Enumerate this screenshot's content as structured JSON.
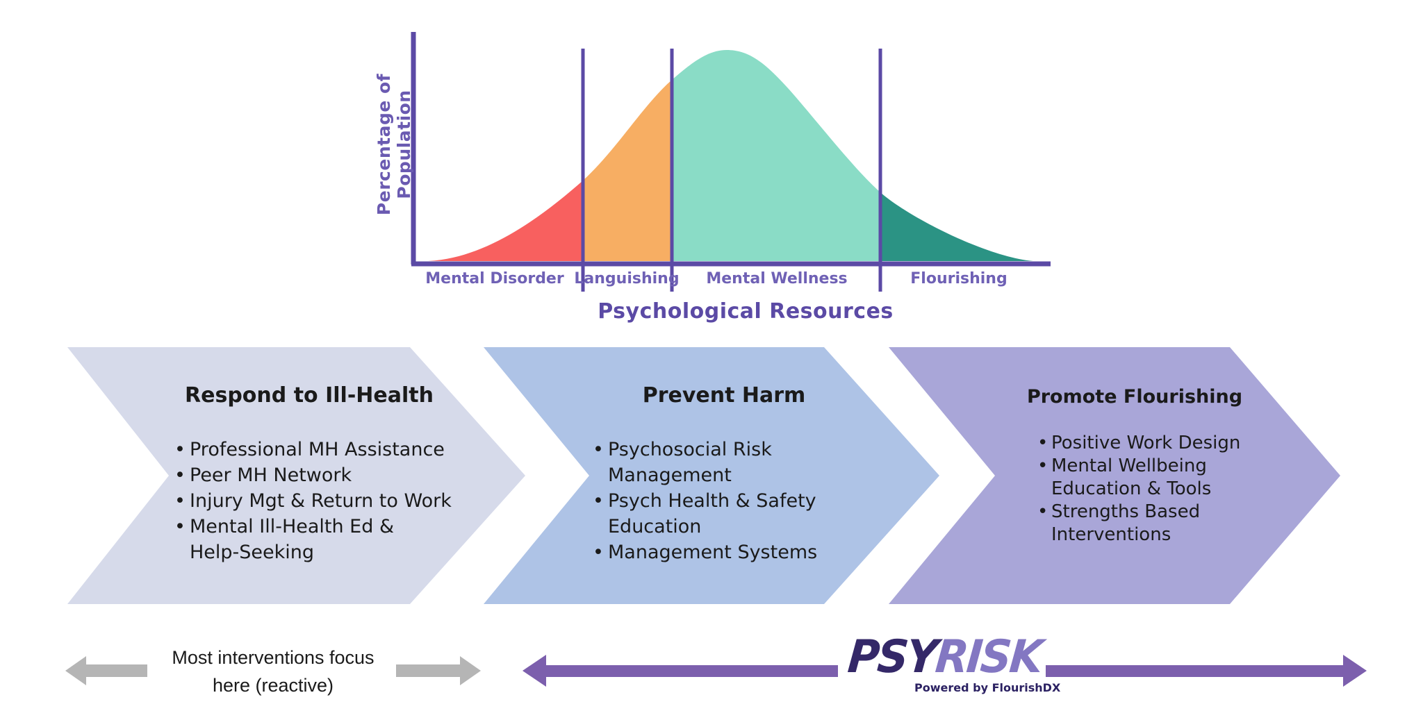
{
  "chart": {
    "y_axis_label": "Percentage of Population",
    "x_axis_title": "Psychological Resources",
    "sections": [
      {
        "label": "Mental Disorder",
        "color": "#f8605f"
      },
      {
        "label": "Languishing",
        "color": "#f7ae63"
      },
      {
        "label": "Mental Wellness",
        "color": "#8adcc6"
      },
      {
        "label": "Flourishing",
        "color": "#2b9384"
      }
    ]
  },
  "chevrons": [
    {
      "title": "Respond to Ill-Health",
      "color": "#d6daea",
      "bullets": [
        "Professional MH Assistance",
        "Peer MH Network",
        "Injury Mgt & Return to Work",
        "Mental Ill-Health Ed &\nHelp-Seeking"
      ]
    },
    {
      "title": "Prevent Harm",
      "color": "#aec3e6",
      "bullets": [
        "Psychosocial Risk\nManagement",
        "Psych Health & Safety\nEducation",
        "Management Systems"
      ]
    },
    {
      "title": "Promote Flourishing",
      "color": "#a9a6d8",
      "bullets": [
        "Positive Work Design",
        "Mental Wellbeing\nEducation & Tools",
        "Strengths Based\nInterventions"
      ]
    }
  ],
  "footer": {
    "note": "Most interventions focus\nhere (reactive)",
    "logo_psy": "PSY",
    "logo_risk": "RISK",
    "tagline": "Powered by FlourishDX"
  },
  "colors": {
    "axis": "#5b4aa5",
    "axis_label": "#6a5ab1",
    "tick_label": "#6f61b5",
    "text_dark": "#1a1a1a",
    "gray_arrow": "#b5b5b5",
    "purple_arrow": "#7c5fad",
    "logo_psy": "#342868",
    "logo_risk": "#8377c2",
    "logo_tagline": "#2b2162"
  },
  "chart_data": {
    "type": "area",
    "title": "Population distribution across mental health states (normal curve)",
    "xlabel": "Psychological Resources",
    "ylabel": "Percentage of Population",
    "distribution": "normal",
    "grid": false,
    "tick_labels": [
      "Mental Disorder",
      "Languishing",
      "Mental Wellness",
      "Flourishing"
    ],
    "series": [
      {
        "name": "Mental Disorder",
        "color": "#f8605f",
        "sigma_range": [
          -3,
          -1.45
        ]
      },
      {
        "name": "Languishing",
        "color": "#f7ae63",
        "sigma_range": [
          -1.45,
          -0.55
        ]
      },
      {
        "name": "Mental Wellness",
        "color": "#8adcc6",
        "sigma_range": [
          -0.55,
          1.55
        ]
      },
      {
        "name": "Flourishing",
        "color": "#2b9384",
        "sigma_range": [
          1.55,
          3
        ]
      }
    ],
    "legend_position": "none"
  }
}
